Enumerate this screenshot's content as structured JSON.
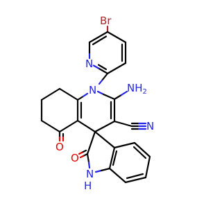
{
  "molecule": {
    "atoms": {
      "br": {
        "label": "Br",
        "color": "#a52a2a"
      },
      "n_pyridine": {
        "label": "N",
        "color": "#2323e6"
      },
      "n_ring": {
        "label": "N",
        "color": "#2323e6"
      },
      "nh2": {
        "label": "NH",
        "sub": "2",
        "color": "#2323e6"
      },
      "n_nitrile": {
        "label": "N",
        "color": "#2323e6"
      },
      "o_ketone": {
        "label": "O",
        "color": "#e60000"
      },
      "o_lactam": {
        "label": "O",
        "color": "#e60000"
      },
      "nh_lactam": {
        "label": "H",
        "label2": "N",
        "color": "#2323e6"
      }
    },
    "colors": {
      "carbon": "#000000",
      "nitrogen": "#2323e6",
      "oxygen": "#e60000",
      "bromine": "#a52a2a"
    }
  }
}
